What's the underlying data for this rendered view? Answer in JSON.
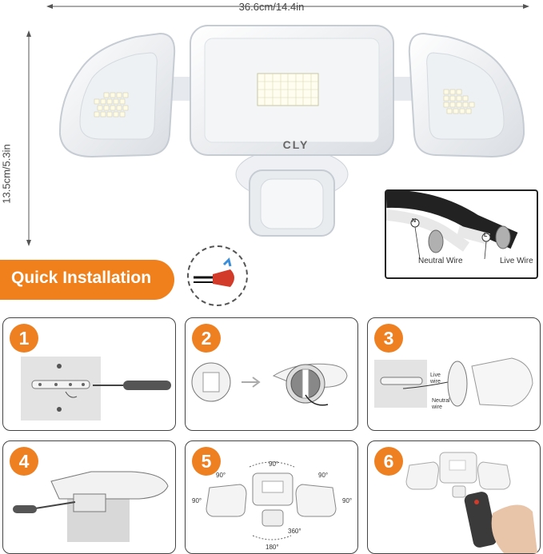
{
  "dimensions": {
    "width_label": "36.6cm/14.4in",
    "height_label": "13.5cm/5.3in"
  },
  "product": {
    "brand": "CLY"
  },
  "wiring": {
    "neutral_wire": "Neutral Wire",
    "live_wire": "Live Wire",
    "neutral_marker": "N",
    "live_marker": "L"
  },
  "banner": {
    "title": "Quick Installation"
  },
  "steps": [
    {
      "number": "1"
    },
    {
      "number": "2"
    },
    {
      "number": "3",
      "live_label_1": "Live",
      "live_label_2": "wire",
      "neutral_label_1": "Neutral",
      "neutral_label_2": "wire"
    },
    {
      "number": "4"
    },
    {
      "number": "5",
      "angles": {
        "top": "90°",
        "top_left": "90°",
        "top_right": "90°",
        "left": "90°",
        "right": "90°",
        "rotate": "360°",
        "bottom": "180°"
      }
    },
    {
      "number": "6"
    }
  ],
  "colors": {
    "accent": "#f0801c",
    "frame": "#444444"
  }
}
